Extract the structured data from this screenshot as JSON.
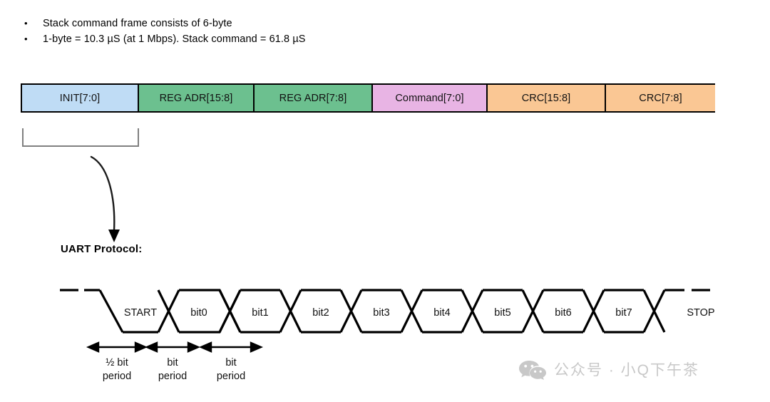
{
  "bullets": [
    {
      "marker": "•",
      "text": "Stack command frame consists of 6-byte"
    },
    {
      "marker": "•",
      "text": "1-byte = 10.3 µS (at 1 Mbps). Stack command = 61.8 µS"
    }
  ],
  "frame": {
    "cells": [
      {
        "label": "INIT[7:0]",
        "color": "#bfdcf5",
        "width": 164
      },
      {
        "label": "REG ADR[15:8]",
        "color": "#6cc08f",
        "width": 162
      },
      {
        "label": "REG ADR[7:8]",
        "color": "#6cc08f",
        "width": 166
      },
      {
        "label": "Command[7:0]",
        "color": "#e8b4e4",
        "width": 161
      },
      {
        "label": "CRC[15:8]",
        "color": "#fac794",
        "width": 166
      },
      {
        "label": "CRC[7:8]",
        "color": "#fac794",
        "width": 153
      }
    ],
    "border_color": "#000000",
    "bracket_color": "#808080"
  },
  "uart": {
    "title": "UART Protocol:",
    "start_label": "START",
    "stop_label": "STOP",
    "bits": [
      "bit0",
      "bit1",
      "bit2",
      "bit3",
      "bit4",
      "bit5",
      "bit6",
      "bit7"
    ],
    "line_color": "#000000"
  },
  "timing": [
    {
      "line1": "½ bit",
      "line2": "period"
    },
    {
      "line1": "bit",
      "line2": "period"
    },
    {
      "line1": "bit",
      "line2": "period"
    }
  ],
  "watermark": {
    "icon": "wechat-icon",
    "text": "公众号 · 小Q下午茶",
    "color": "#c8c8c8"
  }
}
